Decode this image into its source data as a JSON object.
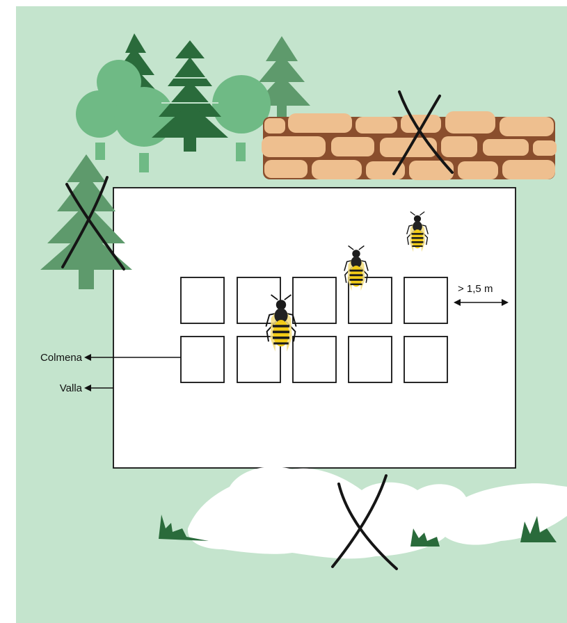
{
  "labels": {
    "hive": "Colmena",
    "fence": "Valla",
    "distance": "> 1,5 m"
  },
  "hive_grid": {
    "rows": 2,
    "columns": 5
  },
  "colors": {
    "background": "#c4e4cd",
    "tree_dark": "#2a6b3b",
    "tree_mid": "#5e9a6c",
    "tree_light": "#6fba85",
    "stone": "#eebf8f",
    "mortar": "#8a4e2d",
    "snow": "#ffffff",
    "wasp_yellow": "#f2cc17"
  },
  "icons": [
    "deciduous-tree-icon",
    "conifer-tree-icon",
    "stone-wall-icon",
    "snow-mound-icon",
    "grass-tuft-icon",
    "wasp-icon",
    "cross-mark-icon",
    "double-arrow-icon"
  ]
}
